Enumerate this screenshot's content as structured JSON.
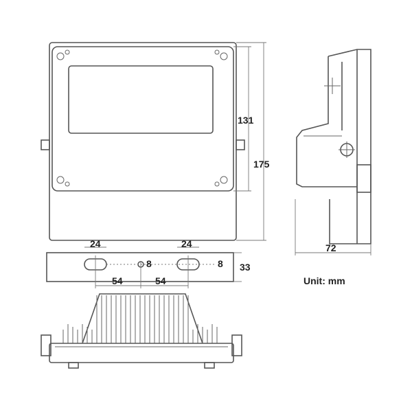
{
  "front_view": {
    "height_inner": "131",
    "height_total": "175"
  },
  "side_view": {
    "depth": "72"
  },
  "bracket_view": {
    "slot_left_width": "24",
    "slot_right_width": "24",
    "hole_size": "8",
    "slot_height": "8",
    "left_spacing": "54",
    "right_spacing": "54",
    "bracket_height": "33"
  },
  "unit_label": "Unit: mm"
}
